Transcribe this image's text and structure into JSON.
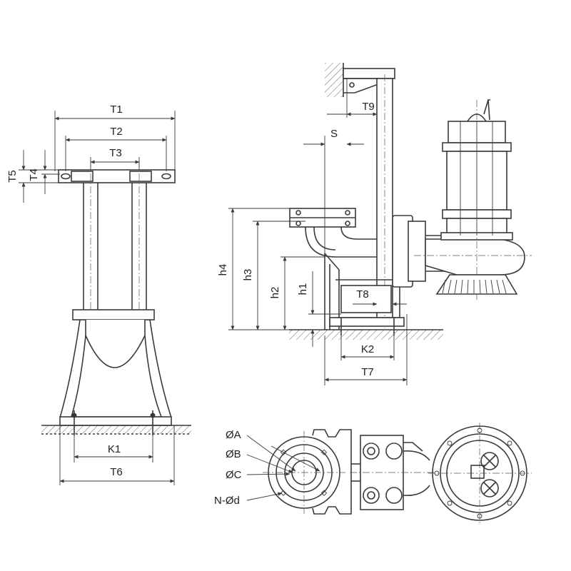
{
  "labels": {
    "T1": "T1",
    "T2": "T2",
    "T3": "T3",
    "T4": "T4",
    "T5": "T5",
    "K1": "K1",
    "T6": "T6",
    "S": "S",
    "T9": "T9",
    "h1": "h1",
    "h2": "h2",
    "h3": "h3",
    "h4": "h4",
    "T8": "T8",
    "K2": "K2",
    "T7": "T7",
    "dA": "ØA",
    "dB": "ØB",
    "dC": "ØC",
    "Nd": "N-Ød"
  }
}
